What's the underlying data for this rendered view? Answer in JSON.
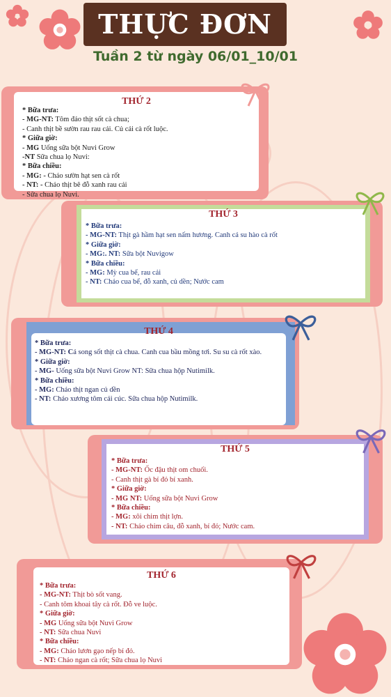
{
  "header": {
    "title": "THỰC ĐƠN",
    "week": "Tuần 2 từ ngày 06/01_10/01"
  },
  "days": [
    {
      "title": "THỨ 2",
      "lines": [
        {
          "bold": "* Bữa trưa:",
          "text": ""
        },
        {
          "bold": "-    MG-NT:",
          "text": " Tôm đảo thịt sốt cà chua;"
        },
        {
          "bold": "",
          "text": "-    Canh thịt bề sườn rau rau cải. Củ cải cà rốt luộc."
        },
        {
          "bold": "* Giữa giờ:",
          "text": ""
        },
        {
          "bold": "- MG",
          "text": " Uống sữa bột Nuvi Grow"
        },
        {
          "bold": "-NT",
          "text": " Sữa chua lọ Nuvi:"
        },
        {
          "bold": "* Bữa chiều:",
          "text": ""
        },
        {
          "bold": "- MG: -",
          "text": " Cháo sườn hạt sen cà rốt"
        },
        {
          "bold": "- NT: -",
          "text": " Cháo thịt bê đỗ xanh rau cải"
        },
        {
          "bold": "",
          "text": "- Sữa chua lọ Nuvi."
        }
      ]
    },
    {
      "title": "THỨ 3",
      "lines": [
        {
          "bold": "* Bữa trưa:",
          "text": ""
        },
        {
          "bold": "- MG-NT:",
          "text": " Thịt gà hầm hạt sen nấm hương. Canh cá su hào cà rốt"
        },
        {
          "bold": "* Giữa giờ:",
          "text": ""
        },
        {
          "bold": "- MG:. NT:",
          "text": " Sữa bột Nuvigow"
        },
        {
          "bold": "* Bữa chiều:",
          "text": ""
        },
        {
          "bold": "- MG:",
          "text": " Mỳ cua bể, rau cải"
        },
        {
          "bold": "- NT:",
          "text": " Cháo cua bể, đỗ xanh, củ dền; Nước cam"
        }
      ]
    },
    {
      "title": "THỨ 4",
      "lines": [
        {
          "bold": "* Bữa trưa:",
          "text": ""
        },
        {
          "bold": "- MG-NT: C",
          "text": "á song sốt thịt cà chua. Canh  cua bầu mồng tơi. Su su cà rốt xào."
        },
        {
          "bold": "* Giữa giờ:",
          "text": ""
        },
        {
          "bold": "- MG-",
          "text": " Uống sữa bột Nuvi Grow NT: Sữa chua hộp Nutimilk."
        },
        {
          "bold": "* Bữa chiều:",
          "text": ""
        },
        {
          "bold": "- MG:",
          "text": " Cháo thịt ngan củ dền"
        },
        {
          "bold": "- NT:",
          "text": " Cháo xương tôm cải cúc. Sữa chua hộp Nutimilk."
        }
      ]
    },
    {
      "title": "THỨ 5",
      "lines": [
        {
          "bold": "* Bữa trưa:",
          "text": ""
        },
        {
          "bold": "-    MG-NT:",
          "text": " Ốc đậu thịt om chuối."
        },
        {
          "bold": "",
          "text": "-    Canh thịt gà bí đỏ bí xanh."
        },
        {
          "bold": "* Giữa giờ:",
          "text": ""
        },
        {
          "bold": "- MG NT:",
          "text": " Uống sữa bột Nuvi Grow"
        },
        {
          "bold": "* Bữa chiều:",
          "text": ""
        },
        {
          "bold": "- MG:",
          "text": " xôi chim thịt lợn."
        },
        {
          "bold": "- NT:",
          "text": " Cháo chim câu, đỗ xanh,  bí đỏ; Nước cam."
        }
      ]
    },
    {
      "title": "THỨ 6",
      "lines": [
        {
          "bold": "* Bữa trưa:",
          "text": ""
        },
        {
          "bold": "-    MG-NT:",
          "text": " Thịt bò sốt vang."
        },
        {
          "bold": "",
          "text": "-    Canh tôm khoai tây cà rốt. Đỗ ve luộc."
        },
        {
          "bold": "* Giữa giờ:",
          "text": ""
        },
        {
          "bold": "-    MG",
          "text": " Uống sữa bột Nuvi Grow"
        },
        {
          "bold": "-    NT:",
          "text": " Sữa chua Nuvi"
        },
        {
          "bold": "* Bữa chiều:",
          "text": ""
        },
        {
          "bold": "- MG:",
          "text": " Cháo lươn gạo nếp bí đỏ."
        },
        {
          "bold": "- NT:",
          "text": " Cháo ngan cà rốt; Sữa chua lọ Nuvi"
        }
      ]
    }
  ],
  "colors": {
    "frame": "#f19a97",
    "day2_text": "#222222",
    "day3_text": "#223a7a",
    "day4_text": "#222a5e",
    "day5_text": "#a2242d",
    "day6_text": "#a2242d",
    "day3_border": "#c4dc9a",
    "day4_border": "#7fa0d4",
    "day5_border": "#b7a6e0"
  }
}
